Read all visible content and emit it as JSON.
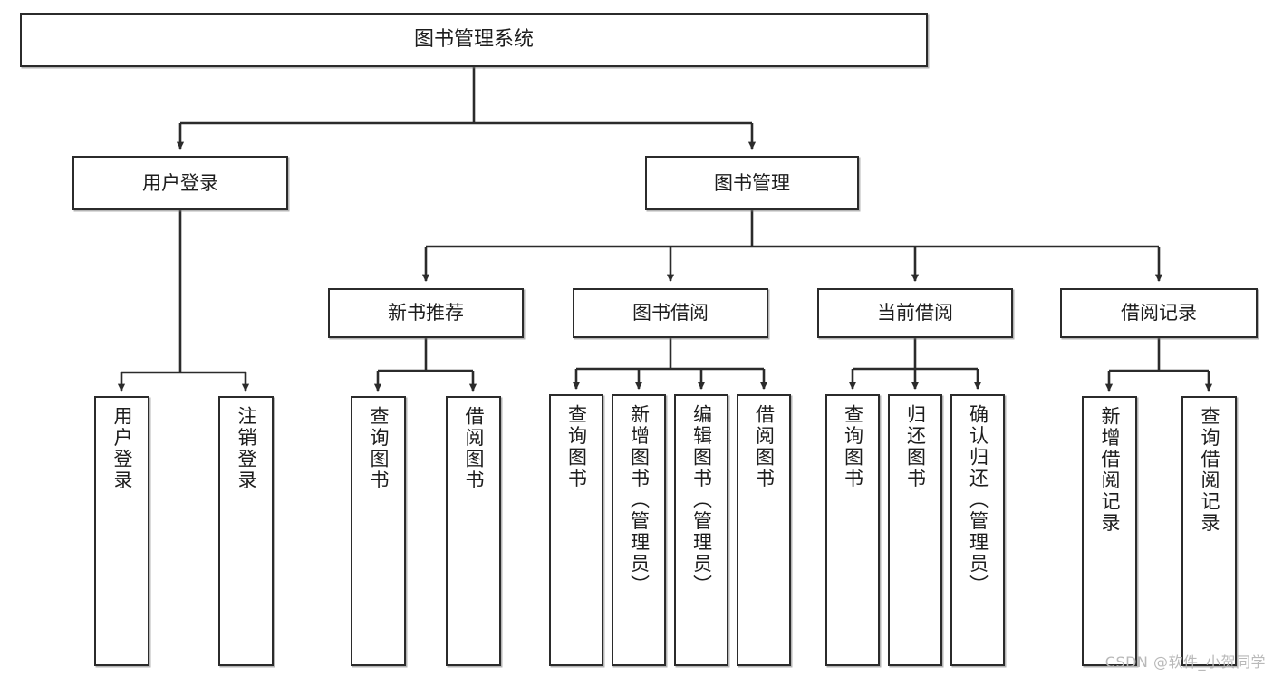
{
  "diagram": {
    "title": "图书管理系统",
    "type": "tree-hierarchy-chart",
    "watermark": "CSDN @软件_小贺同学",
    "colors": {
      "box_border": "#2b2b2b",
      "box_fill": "#ffffff",
      "edge": "#2b2b2b",
      "text": "#1d1d1d",
      "watermark": "#b9b9b9"
    }
  },
  "nodes": {
    "root": {
      "label": "图书管理系统"
    },
    "level1": [
      {
        "label": "用户登录"
      },
      {
        "label": "图书管理"
      }
    ],
    "level2": [
      {
        "label": "新书推荐"
      },
      {
        "label": "图书借阅"
      },
      {
        "label": "当前借阅"
      },
      {
        "label": "借阅记录"
      }
    ],
    "leaves": {
      "user_login": [
        {
          "label": "用户登录"
        },
        {
          "label": "注销登录"
        }
      ],
      "new_book_recommend": [
        {
          "label": "查询图书"
        },
        {
          "label": "借阅图书"
        }
      ],
      "book_borrow": [
        {
          "label": "查询图书"
        },
        {
          "label": "新增图书（管理员）"
        },
        {
          "label": "编辑图书（管理员）"
        },
        {
          "label": "借阅图书"
        }
      ],
      "current_borrow": [
        {
          "label": "查询图书"
        },
        {
          "label": "归还图书"
        },
        {
          "label": "确认归还（管理员）"
        }
      ],
      "borrow_record": [
        {
          "label": "新增借阅记录"
        },
        {
          "label": "查询借阅记录"
        }
      ]
    }
  }
}
